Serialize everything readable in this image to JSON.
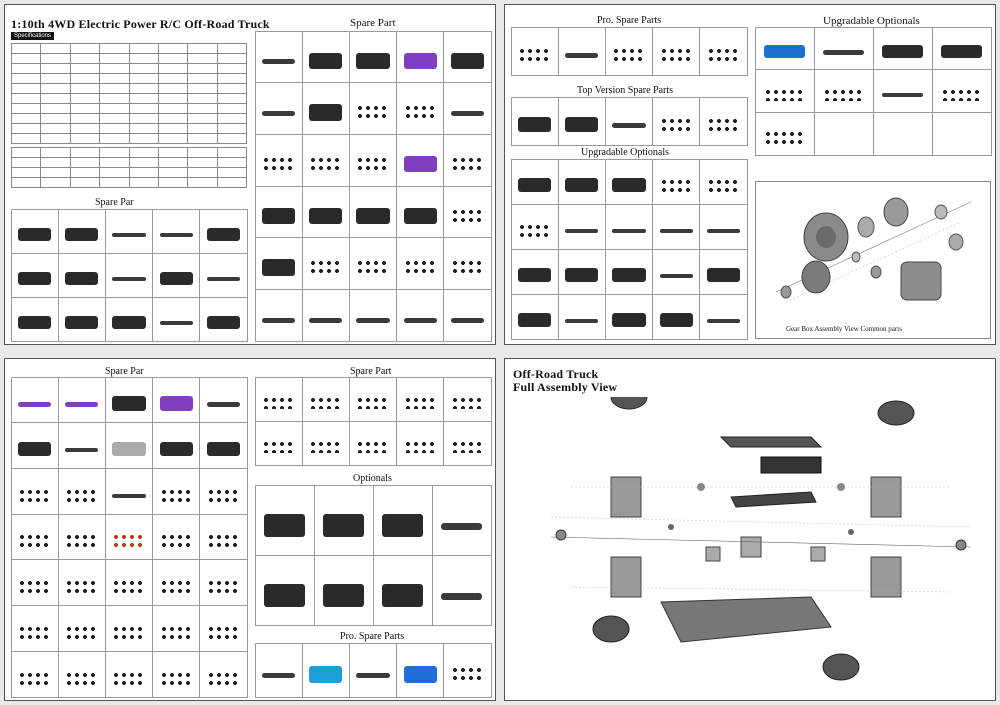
{
  "page1": {
    "title": "1:10th 4WD Electric Power R/C Off-Road Truck",
    "spec_badge": "Specifications",
    "spare_parts_title": "Spare Part",
    "spare_parts_left_title": "Spare Par"
  },
  "page2": {
    "pro_spare_parts_title": "Pro. Spare Parts",
    "upgradable_optionals_title": "Upgradable Optionals",
    "top_version_title": "Top Version Spare Parts",
    "upgradable_optionals_title_2": "Upgradable Optionals",
    "gearbox_caption": "Gear Box Assembly View Common parts"
  },
  "page3": {
    "spare_parts_left_title": "Spare Par",
    "spare_parts_right_title": "Spare Part",
    "optionals_title": "Optionals",
    "pro_spare_parts_title": "Pro. Spare Parts"
  },
  "page4": {
    "title_line1": "Off-Road Truck",
    "title_line2": "Full Assembly View"
  }
}
